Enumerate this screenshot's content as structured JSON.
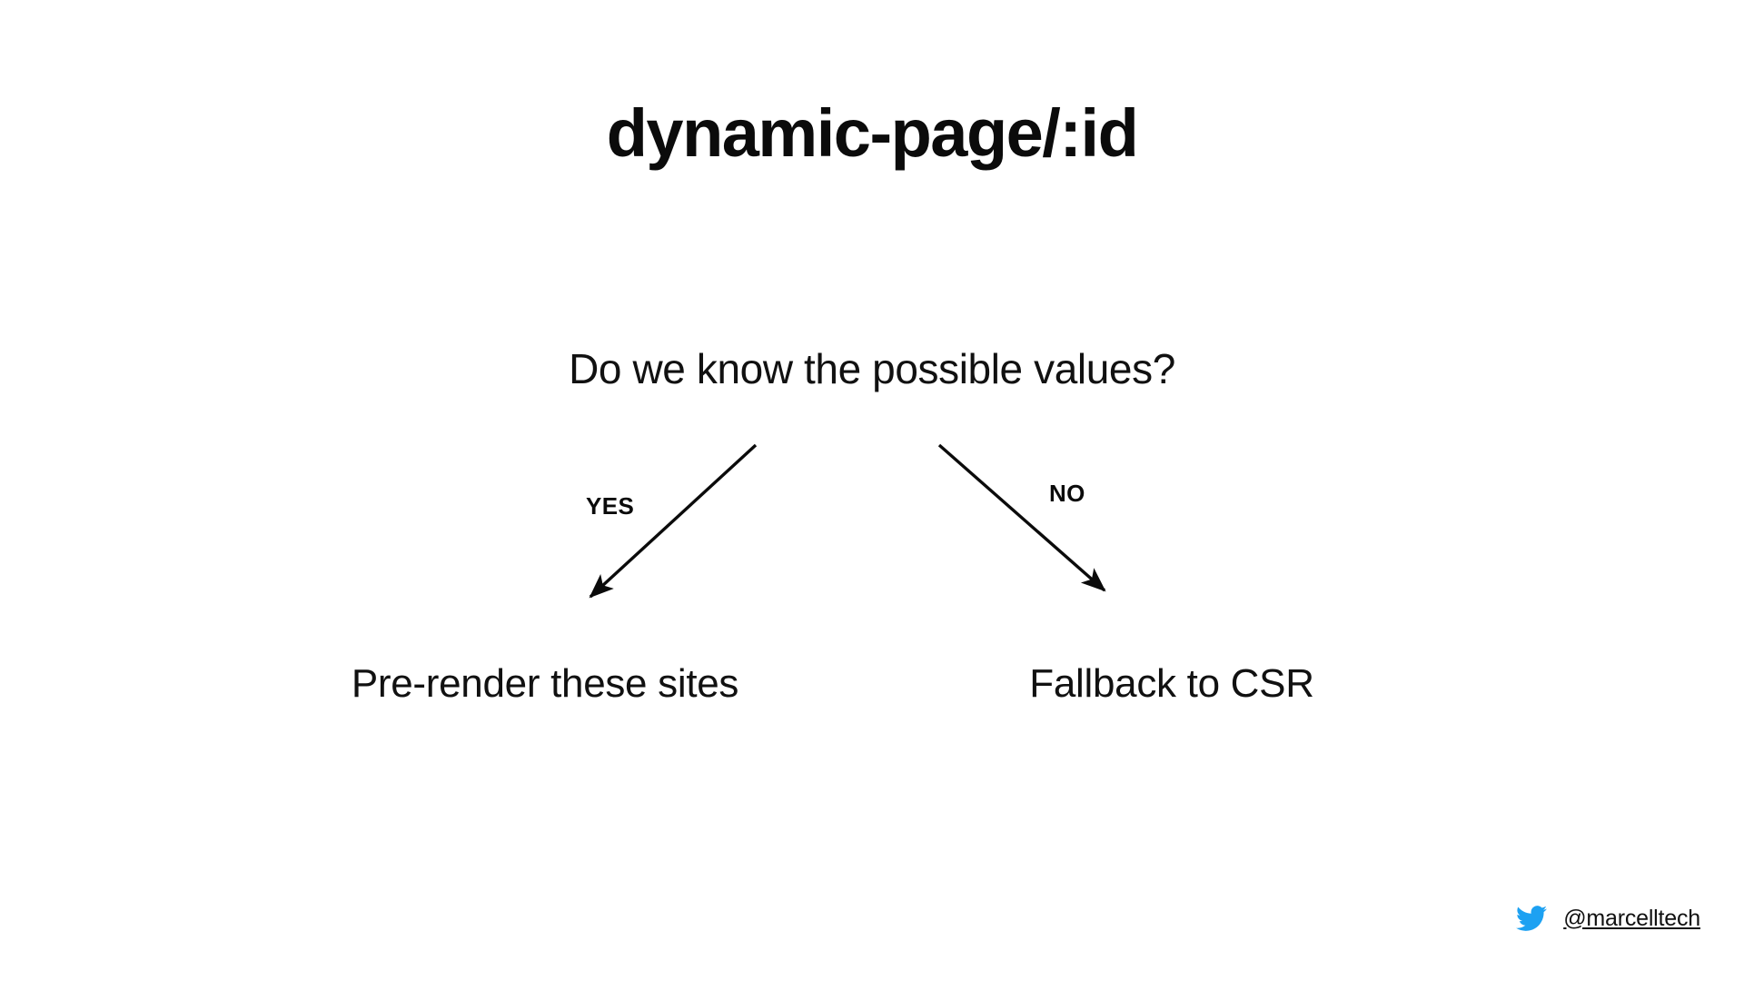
{
  "slide": {
    "title": "dynamic-page/:id",
    "background_color": "#ffffff",
    "text_color": "#111111"
  },
  "decision": {
    "question": "Do we know the possible values?",
    "branches": [
      {
        "label": "YES",
        "outcome": "Pre-render these sites",
        "arrow": "arrow-down-left"
      },
      {
        "label": "NO",
        "outcome": "Fallback to CSR",
        "arrow": "arrow-down-right"
      }
    ]
  },
  "footer": {
    "icon": "twitter-bird-icon",
    "icon_color": "#1DA1F2",
    "handle": "@marcelltech"
  }
}
